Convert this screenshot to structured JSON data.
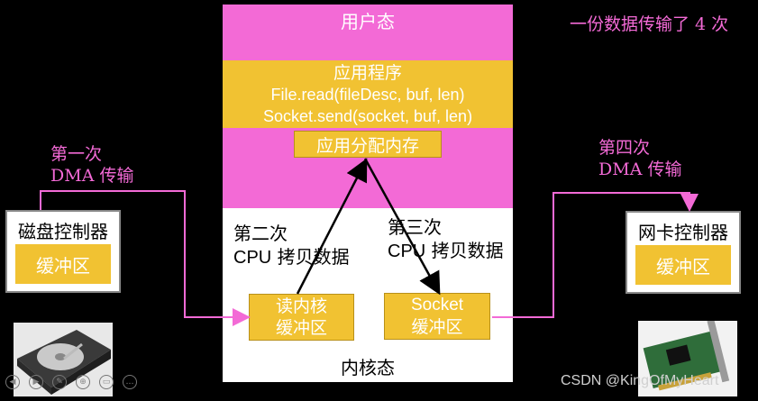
{
  "summary": "一份数据传输了 4 次",
  "user_space": {
    "label": "用户态",
    "app": {
      "title": "应用程序",
      "line1": "File.read(fileDesc, buf, len)",
      "line2": "Socket.send(socket, buf, len)"
    },
    "alloc_memory": "应用分配内存"
  },
  "kernel_space": {
    "label": "内核态",
    "read_buffer": {
      "line1": "读内核",
      "line2": "缓冲区"
    },
    "socket_buffer": {
      "line1": "Socket",
      "line2": "缓冲区"
    }
  },
  "copies": {
    "first": {
      "line1": "第一次",
      "line2": "DMA 传输"
    },
    "second": {
      "line1": "第二次",
      "line2a": "CPU",
      "line2b": " 拷贝数据"
    },
    "third": {
      "line1": "第三次",
      "line2a": "CPU",
      "line2b": " 拷贝数据"
    },
    "fourth": {
      "line1": "第四次",
      "line2": "DMA 传输"
    }
  },
  "disk_controller": {
    "title": "磁盘控制器",
    "buffer": "缓冲区"
  },
  "nic_controller": {
    "title": "网卡控制器",
    "buffer": "缓冲区"
  },
  "watermark": "CSDN @KingOfMyHeart",
  "colors": {
    "user_space": "#f36ad6",
    "kernel_space": "#ffffff",
    "buffer": "#f1c232",
    "arrow_pink": "#f36ad6",
    "arrow_black": "#000000"
  },
  "icons": [
    "hard-disk-image",
    "network-card-image",
    "previous-icon",
    "next-icon",
    "pen-icon",
    "zoom-icon",
    "subtitle-icon",
    "more-icon"
  ]
}
